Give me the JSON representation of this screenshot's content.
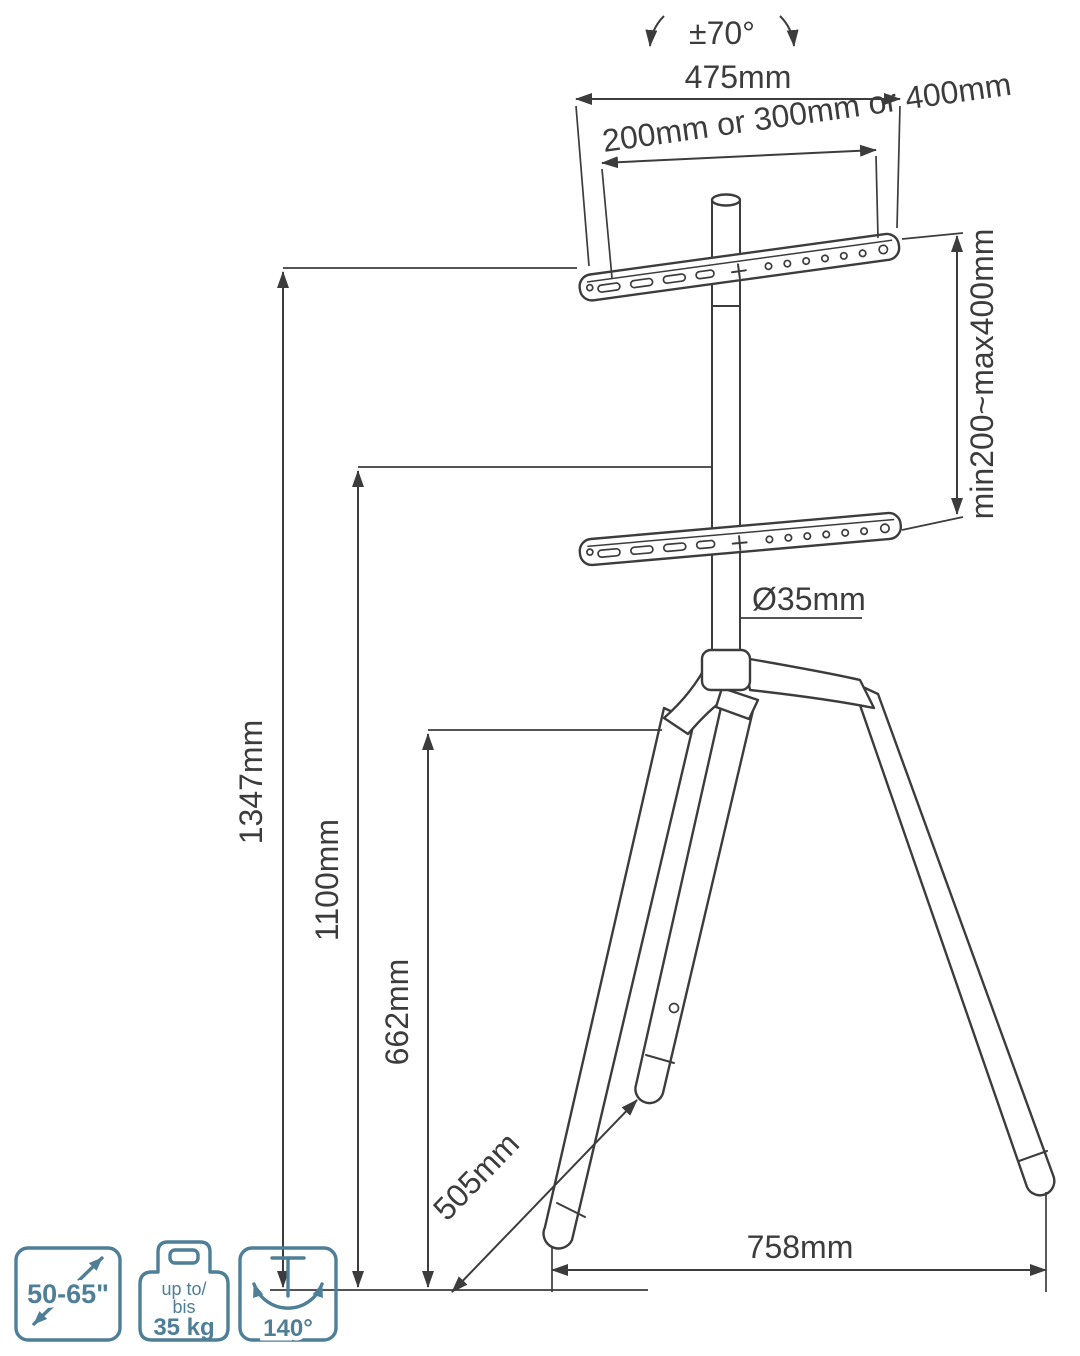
{
  "diagram": {
    "labels": {
      "swivel_top": "±70°",
      "bracket_width": "475mm",
      "vesa_width": "200mm or 300mm or 400mm",
      "vesa_height": "min200~max400mm",
      "pole_diameter": "Ø35mm",
      "total_height": "1347mm",
      "mid_height": "1100mm",
      "hub_height": "662mm",
      "back_leg_length": "505mm",
      "base_width": "758mm"
    },
    "badges": {
      "screen_size": "50-65\"",
      "weight_limit_l1": "up to/",
      "weight_limit_l2": "bis",
      "weight_limit_l3": "35 kg",
      "swivel_range": "140°"
    },
    "colors": {
      "line": "#3c3c3c",
      "accent": "#4e7f96"
    }
  }
}
